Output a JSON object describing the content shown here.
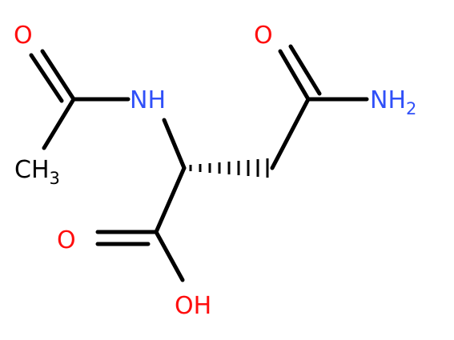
{
  "molecule": {
    "atoms": {
      "o_acetyl": "O",
      "nh": "NH",
      "ch3": "CH",
      "ch3_sub": "3",
      "o_amide": "O",
      "nh2": "NH",
      "nh2_sub": "2",
      "o_acid": "O",
      "oh": "OH"
    },
    "colors": {
      "bond": "#000000",
      "oxygen": "#ff0d0d",
      "nitrogen": "#3050f8",
      "carbon": "#000000"
    }
  }
}
